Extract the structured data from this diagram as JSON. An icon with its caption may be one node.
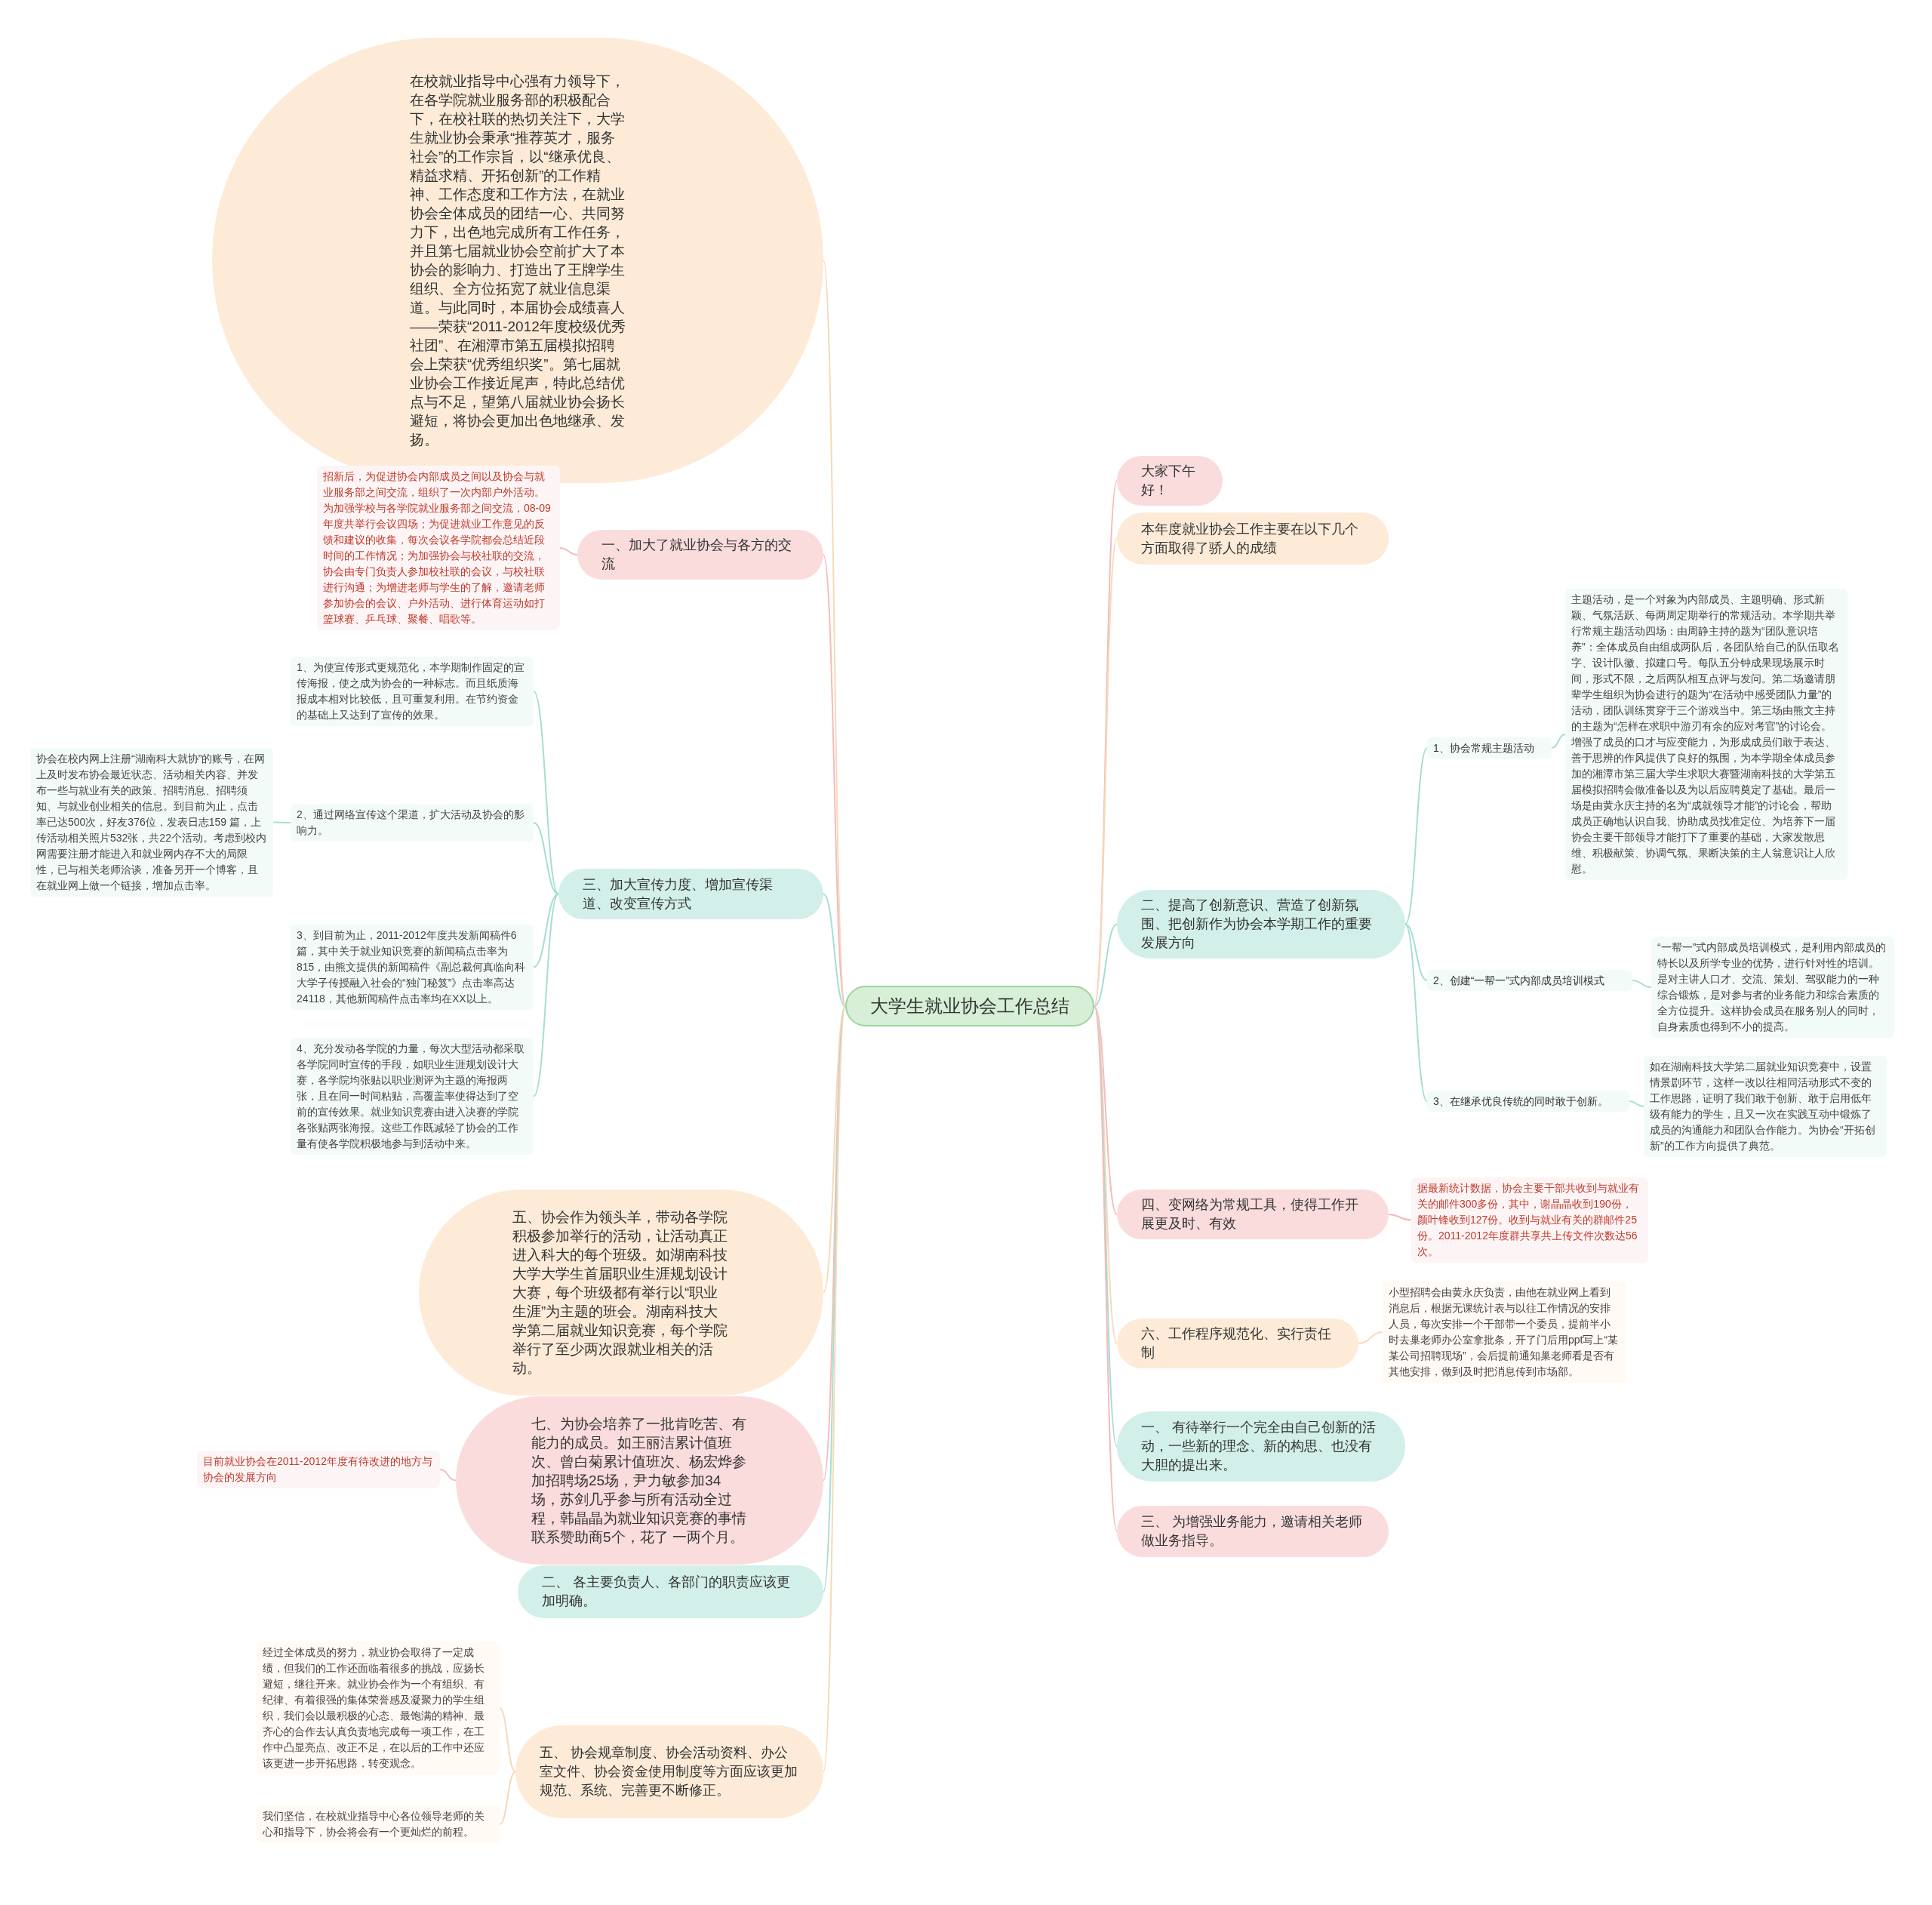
{
  "diagram": {
    "nodes": [
      {
        "text": [
          "大学生就业协会工作总结"
        ]
      },
      {
        "text": [
          "在校就业指导中心强有力领导下，在各学院就业服务部的积极配合下，在校社联的热切关注下，大学生就业协会秉承“推荐英才，服务社会”的工作宗旨，以“继承优良、精益求精、开拓创新”的工作精神、工作态度和工作方法，在就业协会全体成员的团结一心、共同努力下，出色地完成所有工作任务，并且第七届就业协会空前扩大了本协会的影响力、打造出了王牌学生组织、全方位拓宽了就业信息渠道。与此同时，本届协会成绩喜人——荣获“2011-2012年度校级优秀社团”、在湘潭市第五届模拟招聘会上荣获“优秀组织奖”。第七届就业协会工作接近尾声，特此总结优点与不足，望第八届就业协会扬长避短，将协会更加出色地继承、发扬。"
        ]
      },
      {
        "text": [
          "一、加大了就业协会与各方的交流"
        ]
      },
      {
        "text": [
          "招新后，为促进协会内部成员之间以及协会与就业服务部之间交流，组织了一次内部户外活动。为加强学校与各学院就业服务部之间交流，08-09年度共举行会议四场；为促进就业工作意见的反馈和建议的收集，每次会议各学院都会总结近段时间的工作情况；为加强协会与校社联的交流，协会由专门负责人参加校社联的会议，与校社联进行沟通；为增进老师与学生的了解，邀请老师参加协会的会议、户外活动、进行体育运动如打篮球赛、乒乓球、聚餐、唱歌等。"
        ]
      },
      {
        "text": [
          "三、加大宣传力度、增加宣传渠道、改变宣传方式"
        ]
      },
      {
        "text": [
          "1、为使宣传形式更规范化，本学期制作固定的宣传海报，使之成为协会的一种标志。而且纸质海报成本相对比较低，且可重复利用。在节约资金的基础上又达到了宣传的效果。"
        ]
      },
      {
        "text": [
          "2、通过网络宣传这个渠道，扩大活动及协会的影响力。"
        ]
      },
      {
        "text": [
          "协会在校内网上注册“湖南科大就协”的账号，在网上及时发布协会最近状态、活动相关内容、并发布一些与就业有关的政策、招聘消息、招聘须知、与就业创业相关的信息。到目前为止，点击率已达500次，好友376位，发表日志159 篇，上传活动相关照片532张，共22个活动。考虑到校内网需要注册才能进入和就业网内存不大的局限性，已与相关老师洽谈，准备另开一个博客，且在就业网上做一个链接，增加点击率。"
        ]
      },
      {
        "text": [
          "3、到目前为止，2011-2012年度共发新闻稿件6篇，其中关于就业知识竞赛的新闻稿点击率为815，由熊文提供的新闻稿件《副总裁何真临向科大学子传授融入社会的“独门秘笈”》点击率高达24118，其他新闻稿件点击率均在XX以上。"
        ]
      },
      {
        "text": [
          "4、充分发动各学院的力量，每次大型活动都采取各学院同时宣传的手段，如职业生涯规划设计大赛，各学院均张贴以职业测评为主题的海报两张，且在同一时间粘贴，高覆盖率使得达到了空前的宣传效果。就业知识竞赛由进入决赛的学院各张贴两张海报。这些工作既减轻了协会的工作量有使各学院积极地参与到活动中来。"
        ]
      },
      {
        "text": [
          "五、协会作为领头羊，带动各学院积极参加举行的活动，让活动真正进入科大的每个班级。如湖南科技大学大学生首届职业生涯规划设计大赛，每个班级都有举行以“职业生涯”为主题的班会。湖南科技大学第二届就业知识竞赛，每个学院举行了至少两次跟就业相关的活动。"
        ]
      },
      {
        "text": [
          "七、为协会培养了一批肯吃苦、有能力的成员。如王丽洁累计值班次、曾白菊累计值班次、杨宏烨参加招聘场25场，尹力敏参加34场，苏剑几乎参与所有活动全过程，韩晶晶为就业知识竞赛的事情联系赞助商5个，花了 一两个月。"
        ]
      },
      {
        "text": [
          "目前就业协会在2011-2012年度有待改进的地方与协会的发展方向"
        ]
      },
      {
        "text": [
          "二、 各主要负责人、各部门的职责应该更加明确。"
        ]
      },
      {
        "text": [
          "五、 协会规章制度、协会活动资料、办公室文件、协会资金使用制度等方面应该更加规范、系统、完善更不断修正。"
        ]
      },
      {
        "text": [
          "经过全体成员的努力，就业协会取得了一定成绩，但我们的工作还面临着很多的挑战，应扬长避短，继往开来。就业协会作为一个有组织、有纪律、有着很强的集体荣誉感及凝聚力的学生组织，我们会以最积极的心态、最饱满的精神、最齐心的合作去认真负责地完成每一项工作，在工作中凸显亮点、改正不足，在以后的工作中还应该更进一步开拓思路，转变观念。"
        ]
      },
      {
        "text": [
          "我们坚信，在校就业指导中心各位领导老师的关心和指导下，协会将会有一个更灿烂的前程。"
        ]
      },
      {
        "text": [
          "大家下午好！"
        ]
      },
      {
        "text": [
          "本年度就业协会工作主要在以下几个方面取得了骄人的成绩"
        ]
      },
      {
        "text": [
          "二、提高了创新意识、营造了创新氛围、把创新作为协会本学期工作的重要发展方向"
        ]
      },
      {
        "text": [
          "1、协会常规主题活动"
        ]
      },
      {
        "text": [
          "主题活动，是一个对象为内部成员、主题明确、形式新颖、气氛活跃、每两周定期举行的常规活动。本学期共举行常规主题活动四场：由周静主持的题为“团队意识培养”：全体成员自由组成两队后，各团队给自己的队伍取名字、设计队徽、拟建口号。每队五分钟成果现场展示时间，形式不限，之后两队相互点评与发问。第二场邀请朋辈学生组织为协会进行的题为“在活动中感受团队力量”的活动，团队训练贯穿于三个游戏当中。第三场由熊文主持的主题为“怎样在求职中游刃有余的应对考官”的讨论会。增强了成员的口才与应变能力，为形成成员们敢于表达、善于思辨的作风提供了良好的氛围，为本学期全体成员参加的湘潭市第三届大学生求职大赛暨湖南科技的大学第五届模拟招聘会做准备以及为以后应聘奠定了基础。最后一场是由黄永庆主持的名为“成就领导才能”的讨论会，帮助成员正确地认识自我、协助成员找准定位、为培养下一届协会主要干部领导才能打下了重要的基础，大家发散思维、积极献策、协调气氛、果断决策的主人翁意识让人欣慰。"
        ]
      },
      {
        "text": [
          "2、创建“一帮一”式内部成员培训模式"
        ]
      },
      {
        "text": [
          "“一帮一”式内部成员培训模式，是利用内部成员的特长以及所学专业的优势，进行针对性的培训。是对主讲人口才、交流、策划、驾驭能力的一种综合锻炼，是对参与者的业务能力和综合素质的全方位提升。这样协会成员在服务别人的同时，自身素质也得到不小的提高。"
        ]
      },
      {
        "text": [
          "3、在继承优良传统的同时敢于创新。"
        ]
      },
      {
        "text": [
          "如在湖南科技大学第二届就业知识竞赛中，设置情景剧环节，这样一改以往相同活动形式不变的工作思路，证明了我们敢于创新、敢于启用低年级有能力的学生，且又一次在实践互动中锻炼了成员的沟通能力和团队合作能力。为协会“开拓创新”的工作方向提供了典范。"
        ]
      },
      {
        "text": [
          "四、变网络为常规工具，使得工作开展更及时、有效"
        ]
      },
      {
        "text": [
          "据最新统计数据，协会主要干部共收到与就业有关的邮件300多份，其中，谢晶晶收到190份，颜叶锋收到127份。收到与就业有关的群邮件25份。2011-2012年度群共享共上传文件次数达56次。"
        ]
      },
      {
        "text": [
          "六、工作程序规范化、实行责任制"
        ]
      },
      {
        "text": [
          "小型招聘会由黄永庆负责，由他在就业网上看到消息后，根据无课统计表与以往工作情况的安排人员，每次安排一个干部带一个委员，提前半小时去巢老师办公室拿批条，开了门后用ppt写上“某某公司招聘现场”，会后提前通知巢老师看是否有其他安排，做到及时把消息传到市场部。"
        ]
      },
      {
        "text": [
          "一、 有待举行一个完全由自己创新的活动，一些新的理念、新的构思、也没有大胆的提出来。"
        ]
      },
      {
        "text": [
          "三、 为增强业务能力，邀请相关老师做业务指导。"
        ]
      }
    ],
    "edges": [
      {
        "from": 0,
        "to": 1,
        "arrow": "none"
      },
      {
        "from": 0,
        "to": 2,
        "arrow": "none"
      },
      {
        "from": 2,
        "to": 3,
        "arrow": "none"
      },
      {
        "from": 0,
        "to": 4,
        "arrow": "none"
      },
      {
        "from": 4,
        "to": 5,
        "arrow": "none"
      },
      {
        "from": 4,
        "to": 6,
        "arrow": "none"
      },
      {
        "from": 6,
        "to": 7,
        "arrow": "none"
      },
      {
        "from": 4,
        "to": 8,
        "arrow": "none"
      },
      {
        "from": 4,
        "to": 9,
        "arrow": "none"
      },
      {
        "from": 0,
        "to": 10,
        "arrow": "none"
      },
      {
        "from": 0,
        "to": 11,
        "arrow": "none"
      },
      {
        "from": 11,
        "to": 12,
        "arrow": "none"
      },
      {
        "from": 0,
        "to": 13,
        "arrow": "none"
      },
      {
        "from": 0,
        "to": 14,
        "arrow": "none"
      },
      {
        "from": 14,
        "to": 15,
        "arrow": "none"
      },
      {
        "from": 14,
        "to": 16,
        "arrow": "none"
      },
      {
        "from": 0,
        "to": 17,
        "arrow": "none"
      },
      {
        "from": 0,
        "to": 18,
        "arrow": "none"
      },
      {
        "from": 0,
        "to": 19,
        "arrow": "none"
      },
      {
        "from": 19,
        "to": 20,
        "arrow": "none"
      },
      {
        "from": 20,
        "to": 21,
        "arrow": "none"
      },
      {
        "from": 19,
        "to": 22,
        "arrow": "none"
      },
      {
        "from": 22,
        "to": 23,
        "arrow": "none"
      },
      {
        "from": 19,
        "to": 24,
        "arrow": "none"
      },
      {
        "from": 24,
        "to": 25,
        "arrow": "none"
      },
      {
        "from": 0,
        "to": 26,
        "arrow": "none"
      },
      {
        "from": 26,
        "to": 27,
        "arrow": "none"
      },
      {
        "from": 0,
        "to": 28,
        "arrow": "none"
      },
      {
        "from": 28,
        "to": 29,
        "arrow": "none"
      },
      {
        "from": 0,
        "to": 30,
        "arrow": "none"
      },
      {
        "from": 0,
        "to": 31,
        "arrow": "none"
      }
    ]
  }
}
